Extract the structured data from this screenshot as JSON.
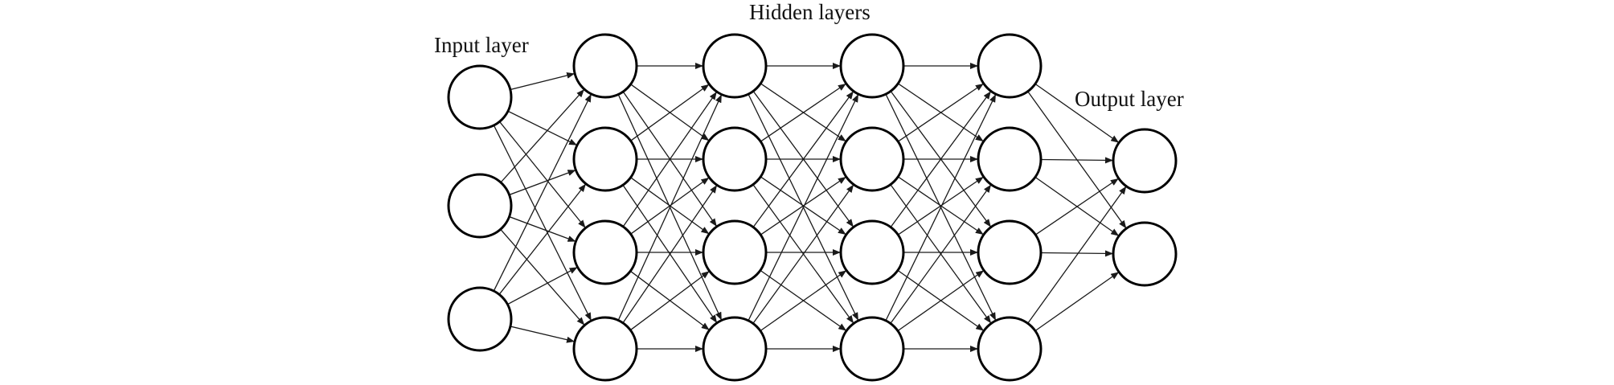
{
  "labels": {
    "input": "Input layer",
    "hidden": "Hidden layers",
    "output": "Output layer"
  },
  "network": {
    "layer_sizes": [
      3,
      4,
      4,
      4,
      4,
      2
    ],
    "connectivity": "fully-connected",
    "edge_style": "arrow"
  },
  "colors": {
    "background": "#ffffff",
    "stroke": "#000000",
    "text": "#111111"
  }
}
